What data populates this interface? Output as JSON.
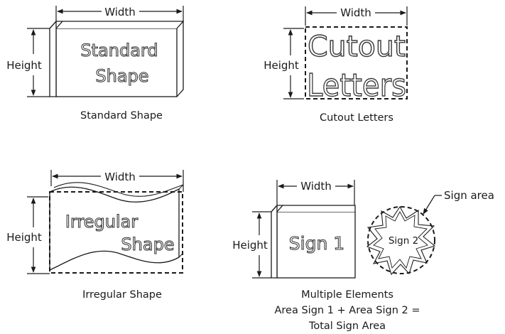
{
  "dimension_labels": {
    "width": "Width",
    "height": "Height",
    "sign_area": "Sign area"
  },
  "panels": {
    "standard": {
      "sign_line1": "Standard",
      "sign_line2": "Shape",
      "caption": "Standard Shape"
    },
    "cutout": {
      "sign_line1": "Cutout",
      "sign_line2": "Letters",
      "caption": "Cutout Letters"
    },
    "irregular": {
      "sign_line1": "Irregular",
      "sign_line2": "Shape",
      "caption": "Irregular Shape"
    },
    "multiple": {
      "sign1_text": "Sign 1",
      "sign2_text": "Sign 2",
      "caption_line1": "Multiple Elements",
      "caption_line2": "Area Sign 1 + Area Sign 2 =",
      "caption_line3": "Total Sign Area"
    }
  }
}
